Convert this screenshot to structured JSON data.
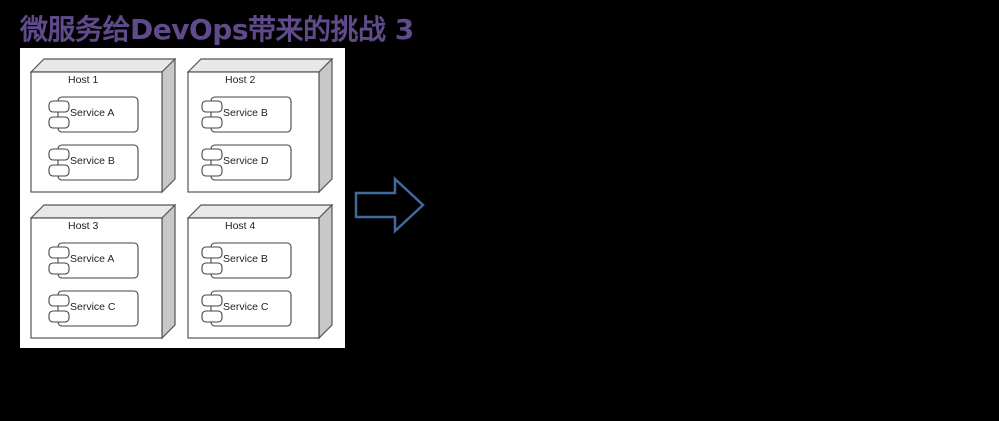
{
  "slide": {
    "title": "微服务给DevOps带来的挑战 3",
    "title_color": "#5f4b8b",
    "background": "#000000"
  },
  "diagram": {
    "hosts": [
      {
        "label": "Host 1",
        "services": [
          {
            "label": "Service A"
          },
          {
            "label": "Service B"
          }
        ]
      },
      {
        "label": "Host 2",
        "services": [
          {
            "label": "Service B"
          },
          {
            "label": "Service D"
          }
        ]
      },
      {
        "label": "Host 3",
        "services": [
          {
            "label": "Service A"
          },
          {
            "label": "Service C"
          }
        ]
      },
      {
        "label": "Host 4",
        "services": [
          {
            "label": "Service B"
          },
          {
            "label": "Service C"
          }
        ]
      }
    ],
    "arrow": {
      "icon": "right-arrow-icon",
      "color": "#3f6a9a"
    }
  }
}
